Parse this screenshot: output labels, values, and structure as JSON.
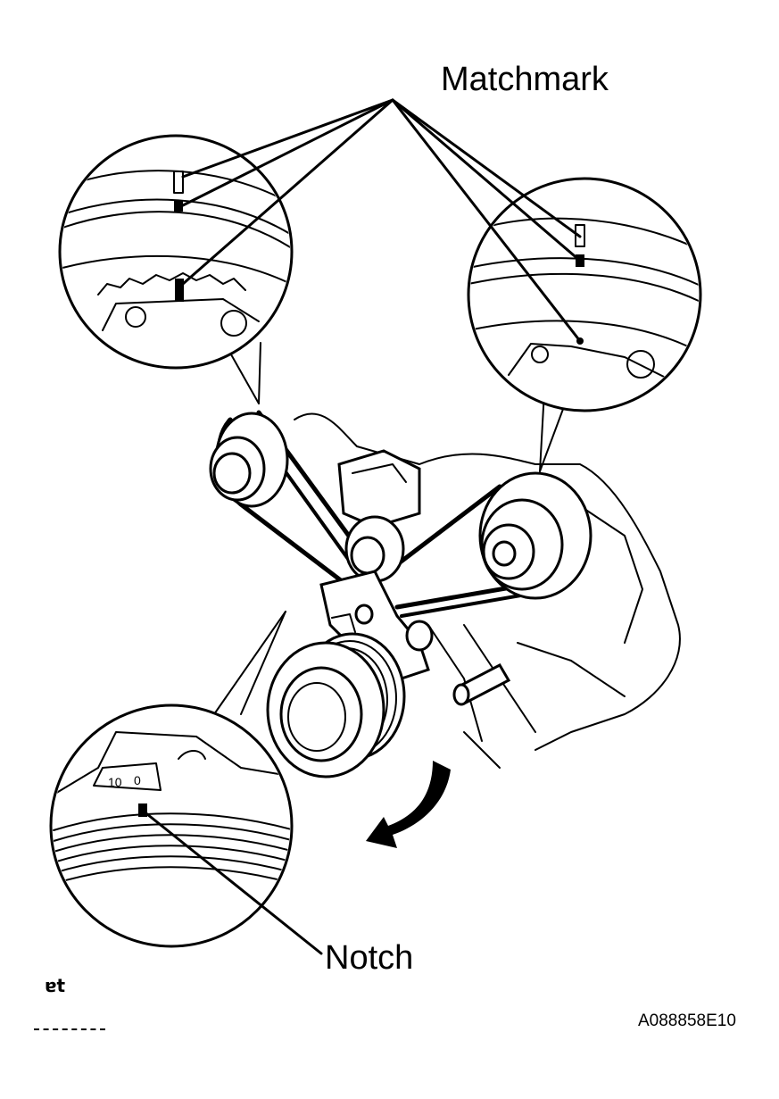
{
  "labels": {
    "matchmark": "Matchmark",
    "notch": "Notch",
    "figure_id": "A088858E10"
  },
  "dial_numbers": {
    "first": "10",
    "second": "0"
  },
  "colors": {
    "ink": "#000000",
    "paper": "#ffffff"
  }
}
